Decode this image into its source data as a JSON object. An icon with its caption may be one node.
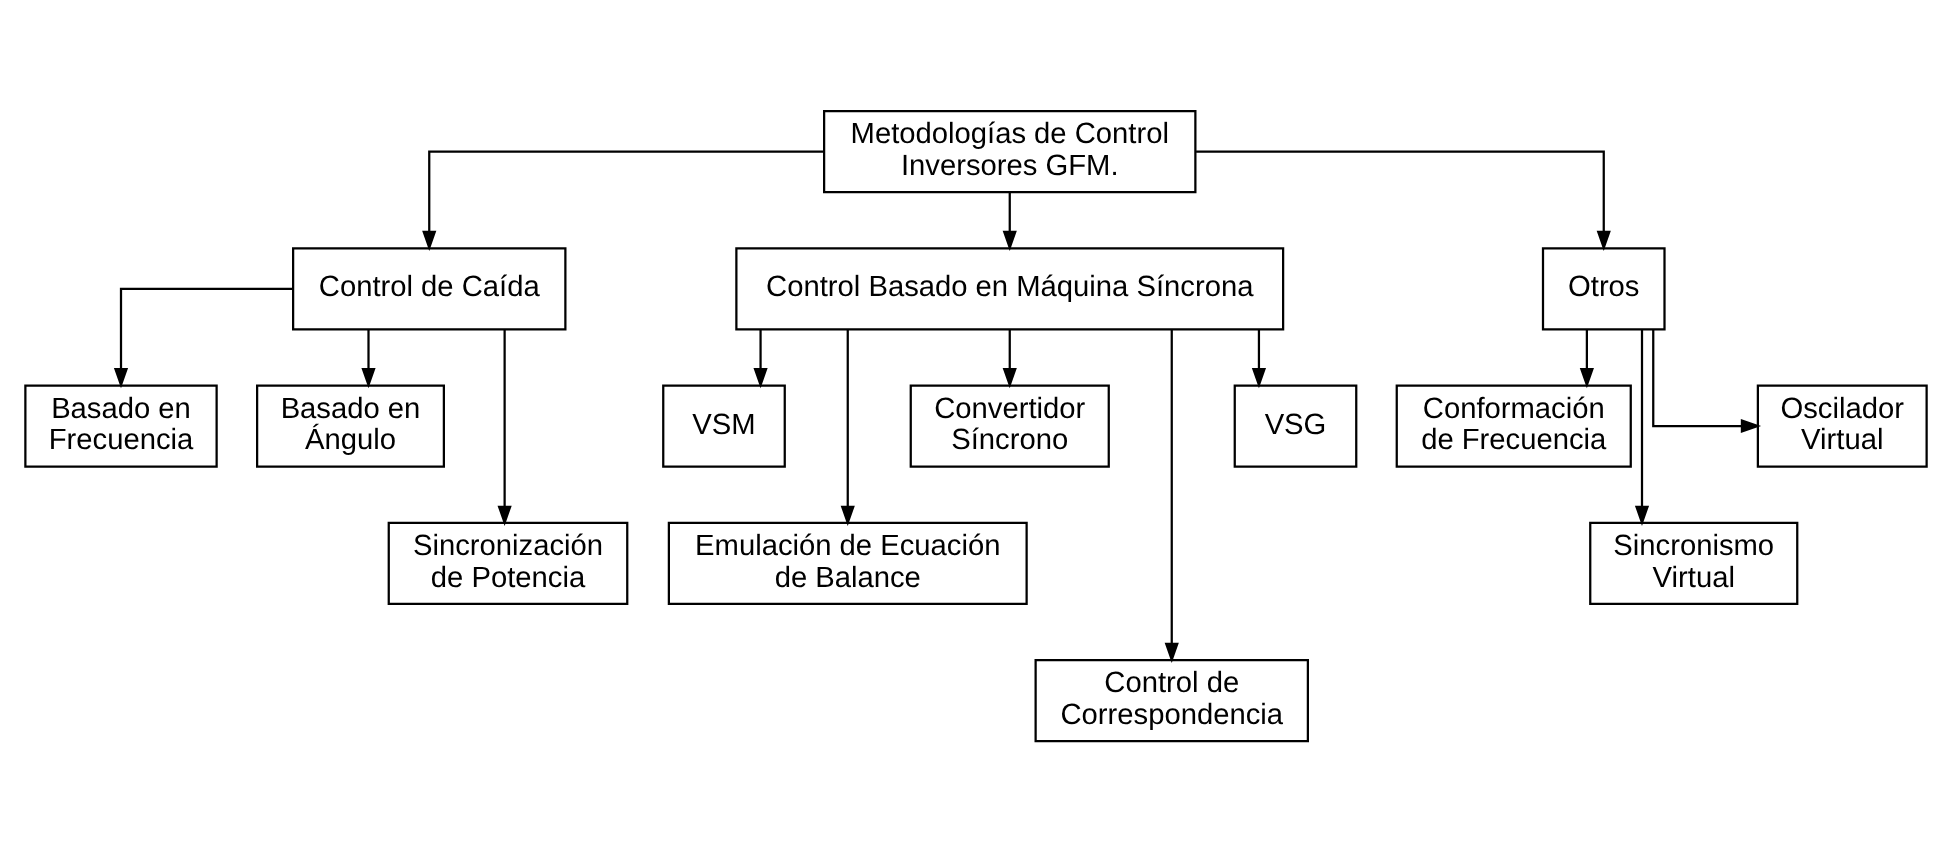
{
  "diagram": {
    "nodes": [
      {
        "text": [
          "Metodologías de Control Inversores GFM."
        ]
      },
      {
        "text": [
          "Control de Caída"
        ]
      },
      {
        "text": [
          "Control Basado en Máquina Síncrona"
        ]
      },
      {
        "text": [
          "Otros"
        ]
      },
      {
        "text": [
          "Basado en Frecuencia"
        ]
      },
      {
        "text": [
          "Basado en Ángulo"
        ]
      },
      {
        "text": [
          "Sincronización de Potencia"
        ]
      },
      {
        "text": [
          "VSM"
        ]
      },
      {
        "text": [
          "Emulación de Ecuación de Balance"
        ]
      },
      {
        "text": [
          "Convertidor Síncrono"
        ]
      },
      {
        "text": [
          "Control de Correspondencia"
        ]
      },
      {
        "text": [
          "VSG"
        ]
      },
      {
        "text": [
          "Conformación de Frecuencia"
        ]
      },
      {
        "text": [
          "Sincronismo Virtual"
        ]
      },
      {
        "text": [
          "Oscilador Virtual"
        ]
      }
    ],
    "edges": [
      {
        "from": 0,
        "to": 1,
        "arrow": "to"
      },
      {
        "from": 0,
        "to": 2,
        "arrow": "to"
      },
      {
        "from": 0,
        "to": 3,
        "arrow": "to"
      },
      {
        "from": 1,
        "to": 4,
        "arrow": "to"
      },
      {
        "from": 1,
        "to": 5,
        "arrow": "to"
      },
      {
        "from": 1,
        "to": 6,
        "arrow": "to"
      },
      {
        "from": 2,
        "to": 7,
        "arrow": "to"
      },
      {
        "from": 2,
        "to": 8,
        "arrow": "to"
      },
      {
        "from": 2,
        "to": 9,
        "arrow": "to"
      },
      {
        "from": 2,
        "to": 10,
        "arrow": "to"
      },
      {
        "from": 2,
        "to": 11,
        "arrow": "to"
      },
      {
        "from": 3,
        "to": 12,
        "arrow": "to"
      },
      {
        "from": 3,
        "to": 13,
        "arrow": "to"
      },
      {
        "from": 3,
        "to": 14,
        "arrow": "to"
      }
    ]
  }
}
